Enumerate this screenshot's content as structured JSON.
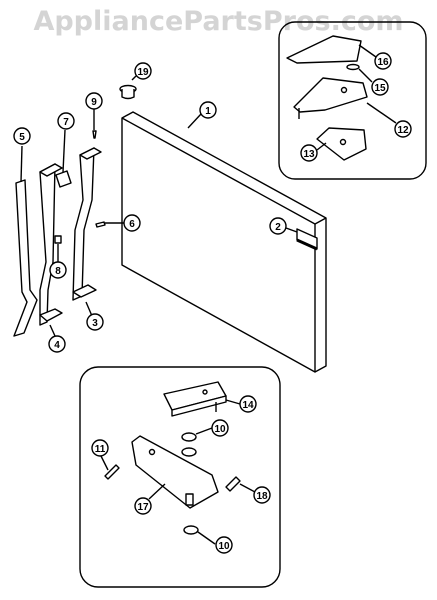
{
  "watermark": "AppliancePartsPros.com",
  "callouts": [
    "1",
    "2",
    "3",
    "4",
    "5",
    "6",
    "7",
    "8",
    "9",
    "10",
    "10",
    "11",
    "12",
    "13",
    "14",
    "15",
    "16",
    "17",
    "18",
    "19"
  ],
  "colors": {
    "line": "#000000",
    "watermark": "#d4d4d4",
    "background": "#ffffff"
  }
}
